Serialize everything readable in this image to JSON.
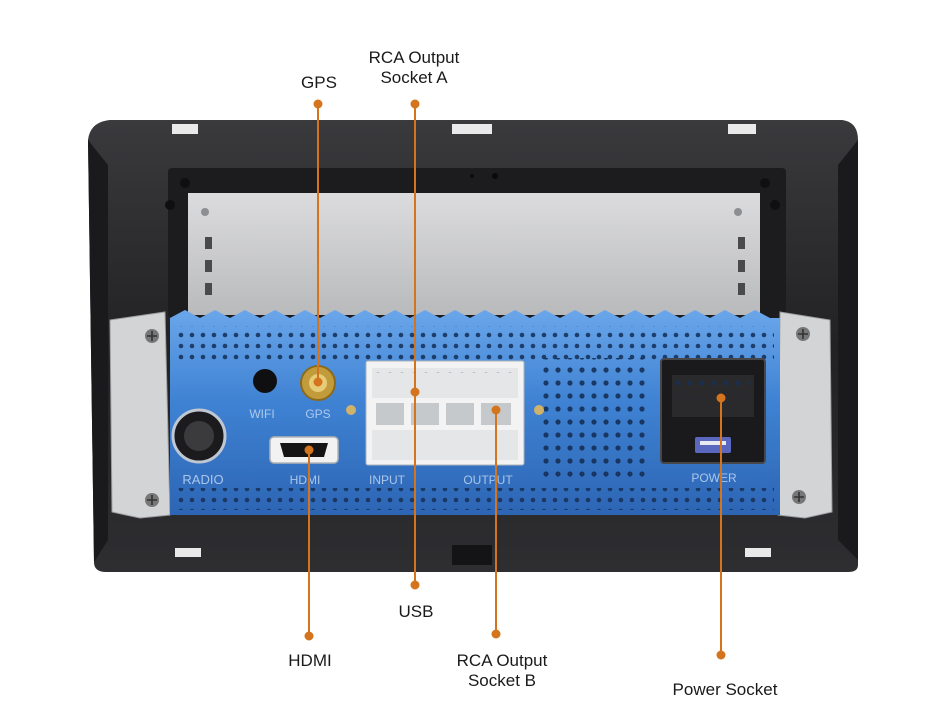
{
  "callouts": {
    "gps": {
      "label": "GPS"
    },
    "rca_a": {
      "line1": "RCA Output",
      "line2": "Socket A"
    },
    "usb": {
      "label": "USB"
    },
    "hdmi": {
      "label": "HDMI"
    },
    "rca_b": {
      "line1": "RCA Output",
      "line2": "Socket B"
    },
    "power": {
      "label": "Power Socket"
    }
  },
  "device_markings": {
    "radio": "RADIO",
    "wifi": "WIFI",
    "gps": "GPS",
    "hdmi": "HDMI",
    "input": "INPUT",
    "output": "OUTPUT",
    "power": "POWER"
  },
  "colors": {
    "leader": "#d4741c",
    "chassis": "#2a2a2c",
    "plate": "#c9cacc",
    "heatsink": "#3d7fd0",
    "heatsink_dark": "#1e4f92",
    "connector": "#f1f1f1"
  }
}
